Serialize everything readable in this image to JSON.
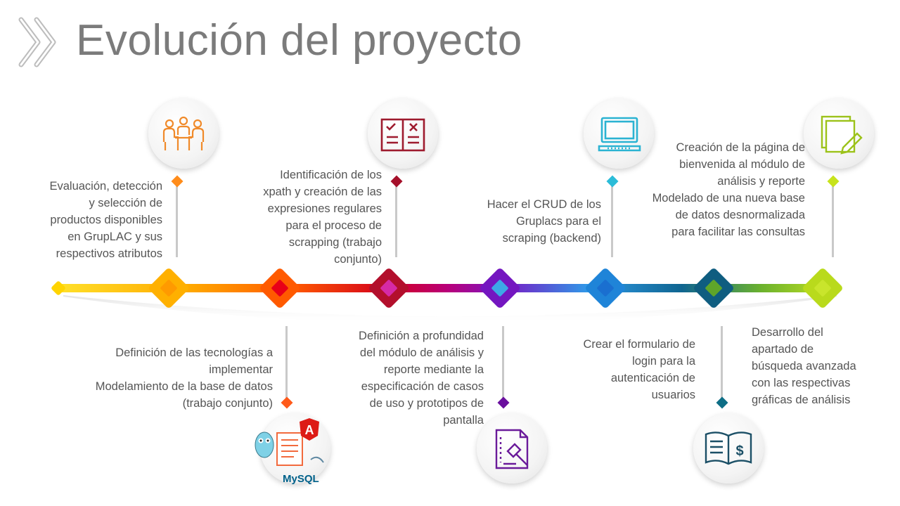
{
  "title": "Evolución del proyecto",
  "logo_icon": "double-chevron-right-icon",
  "timeline": {
    "colors": [
      "#ffd200",
      "#ffa200",
      "#ff6a00",
      "#e8001c",
      "#b5005e",
      "#8e18b8",
      "#2f8fe0",
      "#106a93",
      "#7bb52a",
      "#c8e021"
    ],
    "milestones": [
      {
        "id": "m1",
        "color": "#ff8c1a",
        "icon": "meeting-people-icon",
        "lines": [
          "Evaluación, detección",
          "y selección de",
          "productos disponibles",
          "en GrupLAC y sus",
          "respectivos atributos"
        ]
      },
      {
        "id": "m2",
        "color": "#ff5a1a",
        "icon": "tech-logos-icon",
        "logo_text": "MySQL",
        "lines": [
          "Definición de las tecnologías a",
          "implementar",
          "Modelamiento de la base de datos",
          "(trabajo conjunto)"
        ]
      },
      {
        "id": "m3",
        "color": "#a5102a",
        "icon": "checklist-book-icon",
        "lines": [
          "Identificación de los",
          "xpath y creación de las",
          "expresiones regulares",
          "para el proceso de",
          "scrapping (trabajo",
          "conjunto)"
        ]
      },
      {
        "id": "m4",
        "color": "#6a0f9e",
        "icon": "document-gavel-icon",
        "lines": [
          "Definición a profundidad",
          "del módulo de análisis y",
          "reporte mediante la",
          "especificación de casos",
          "de uso y prototipos de",
          "pantalla"
        ]
      },
      {
        "id": "m5",
        "color": "#2bbcd8",
        "icon": "computer-screen-icon",
        "lines": [
          "Hacer el CRUD de los",
          "Gruplacs para el",
          "scraping (backend)"
        ]
      },
      {
        "id": "m6",
        "color": "#0e6e86",
        "icon": "book-dollar-icon",
        "lines": [
          "Crear el formulario de",
          "login para la",
          "autenticación de",
          "usuarios"
        ]
      },
      {
        "id": "m7",
        "color": "#c7e31b",
        "icon": "edit-document-icon",
        "lines": [
          "Creación de la página de",
          "bienvenida al módulo de",
          "análisis  y reporte",
          "Modelado de una nueva base",
          "de datos desnormalizada",
          "para facilitar las consultas"
        ]
      },
      {
        "id": "m8",
        "color": "#7fbf2a",
        "icon": "",
        "lines": [
          "Desarrollo del",
          "apartado de",
          "búsqueda avanzada",
          "con las respectivas",
          "gráficas de análisis"
        ]
      }
    ]
  }
}
